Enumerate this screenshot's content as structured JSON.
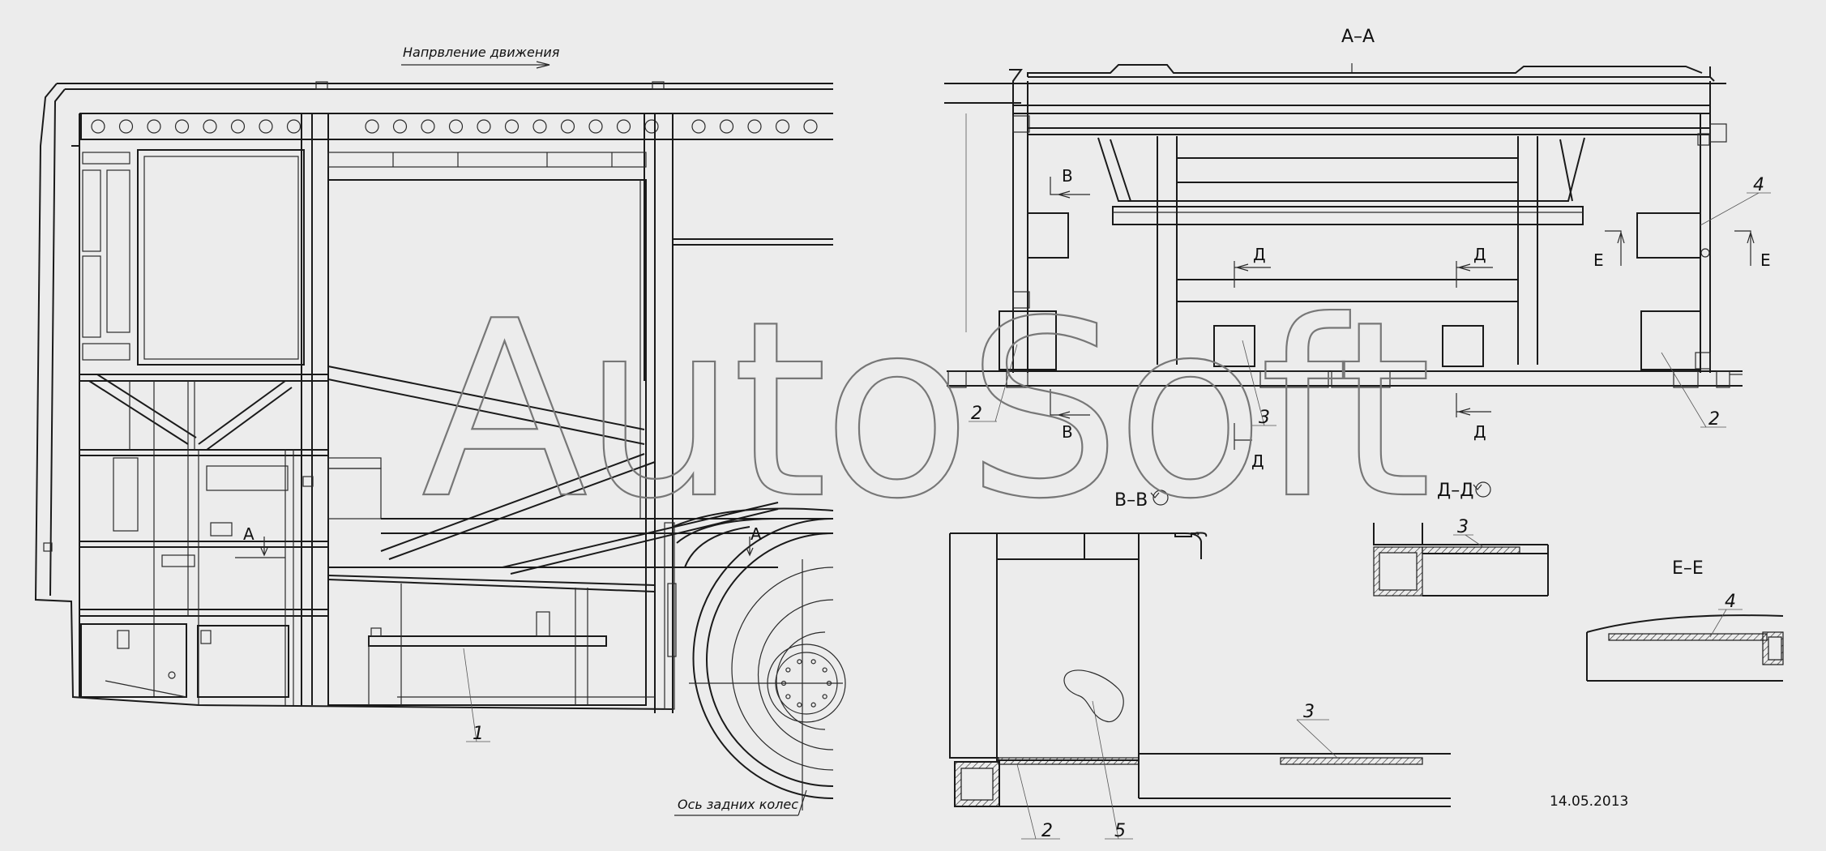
{
  "labels": {
    "direction": "Напрвление движения",
    "rear_axle": "Ось задних колес",
    "section_aa": "А–А",
    "section_vv": "В–В",
    "section_dd": "Д–Д",
    "section_ee": "Е–Е",
    "cut_a": "А",
    "cut_v": "В",
    "cut_d": "Д",
    "cut_e": "Е",
    "date": "14.05.2013"
  },
  "callouts": [
    "1",
    "2",
    "3",
    "4",
    "5"
  ],
  "watermark": "AutoSoft"
}
